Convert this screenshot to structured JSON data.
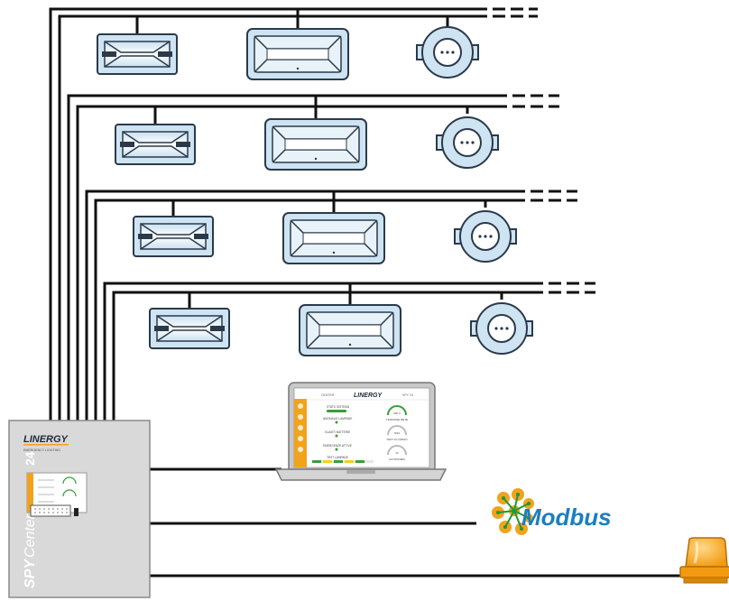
{
  "controller": {
    "brand": "LINERGY",
    "brand_tagline": "EMERGENCY LIGHTING",
    "product_prefix": "SPY",
    "product_name": "Center",
    "product_number": "24"
  },
  "laptop_screen": {
    "brand": "LINERGY",
    "left_header": "CENTER",
    "right_header": "SPY 24",
    "status_labels": [
      "STATO SISTEMA",
      "ANOMALIE LAMPADE",
      "GUASTI BATTERIE",
      "EMERGENZE ATTIVE",
      "TEST LAMPADE"
    ],
    "gauge_labels": [
      "TENSIONE RETE",
      "TEST IN CORSO",
      "AUTONOMIA"
    ],
    "gauge_values": [
      "230 V",
      "8/24",
      "1h"
    ]
  },
  "modbus": {
    "label": "Modbus"
  },
  "rows": [
    {
      "fixtures": [
        "exit-sign",
        "ceiling-light",
        "round-spot"
      ]
    },
    {
      "fixtures": [
        "exit-sign",
        "ceiling-light",
        "round-spot"
      ]
    },
    {
      "fixtures": [
        "exit-sign",
        "ceiling-light",
        "round-spot"
      ]
    },
    {
      "fixtures": [
        "exit-sign",
        "ceiling-light",
        "round-spot"
      ]
    }
  ],
  "colors": {
    "wire": "#111111",
    "fixture_fill": "#cfe4f2",
    "fixture_stroke": "#2b3a4a",
    "controller_body": "#d9d9d9",
    "controller_accent": "#f3a21b",
    "modbus_blue": "#1b7ec2",
    "modbus_orange": "#f3a21b",
    "beacon_orange": "#f6a317"
  }
}
